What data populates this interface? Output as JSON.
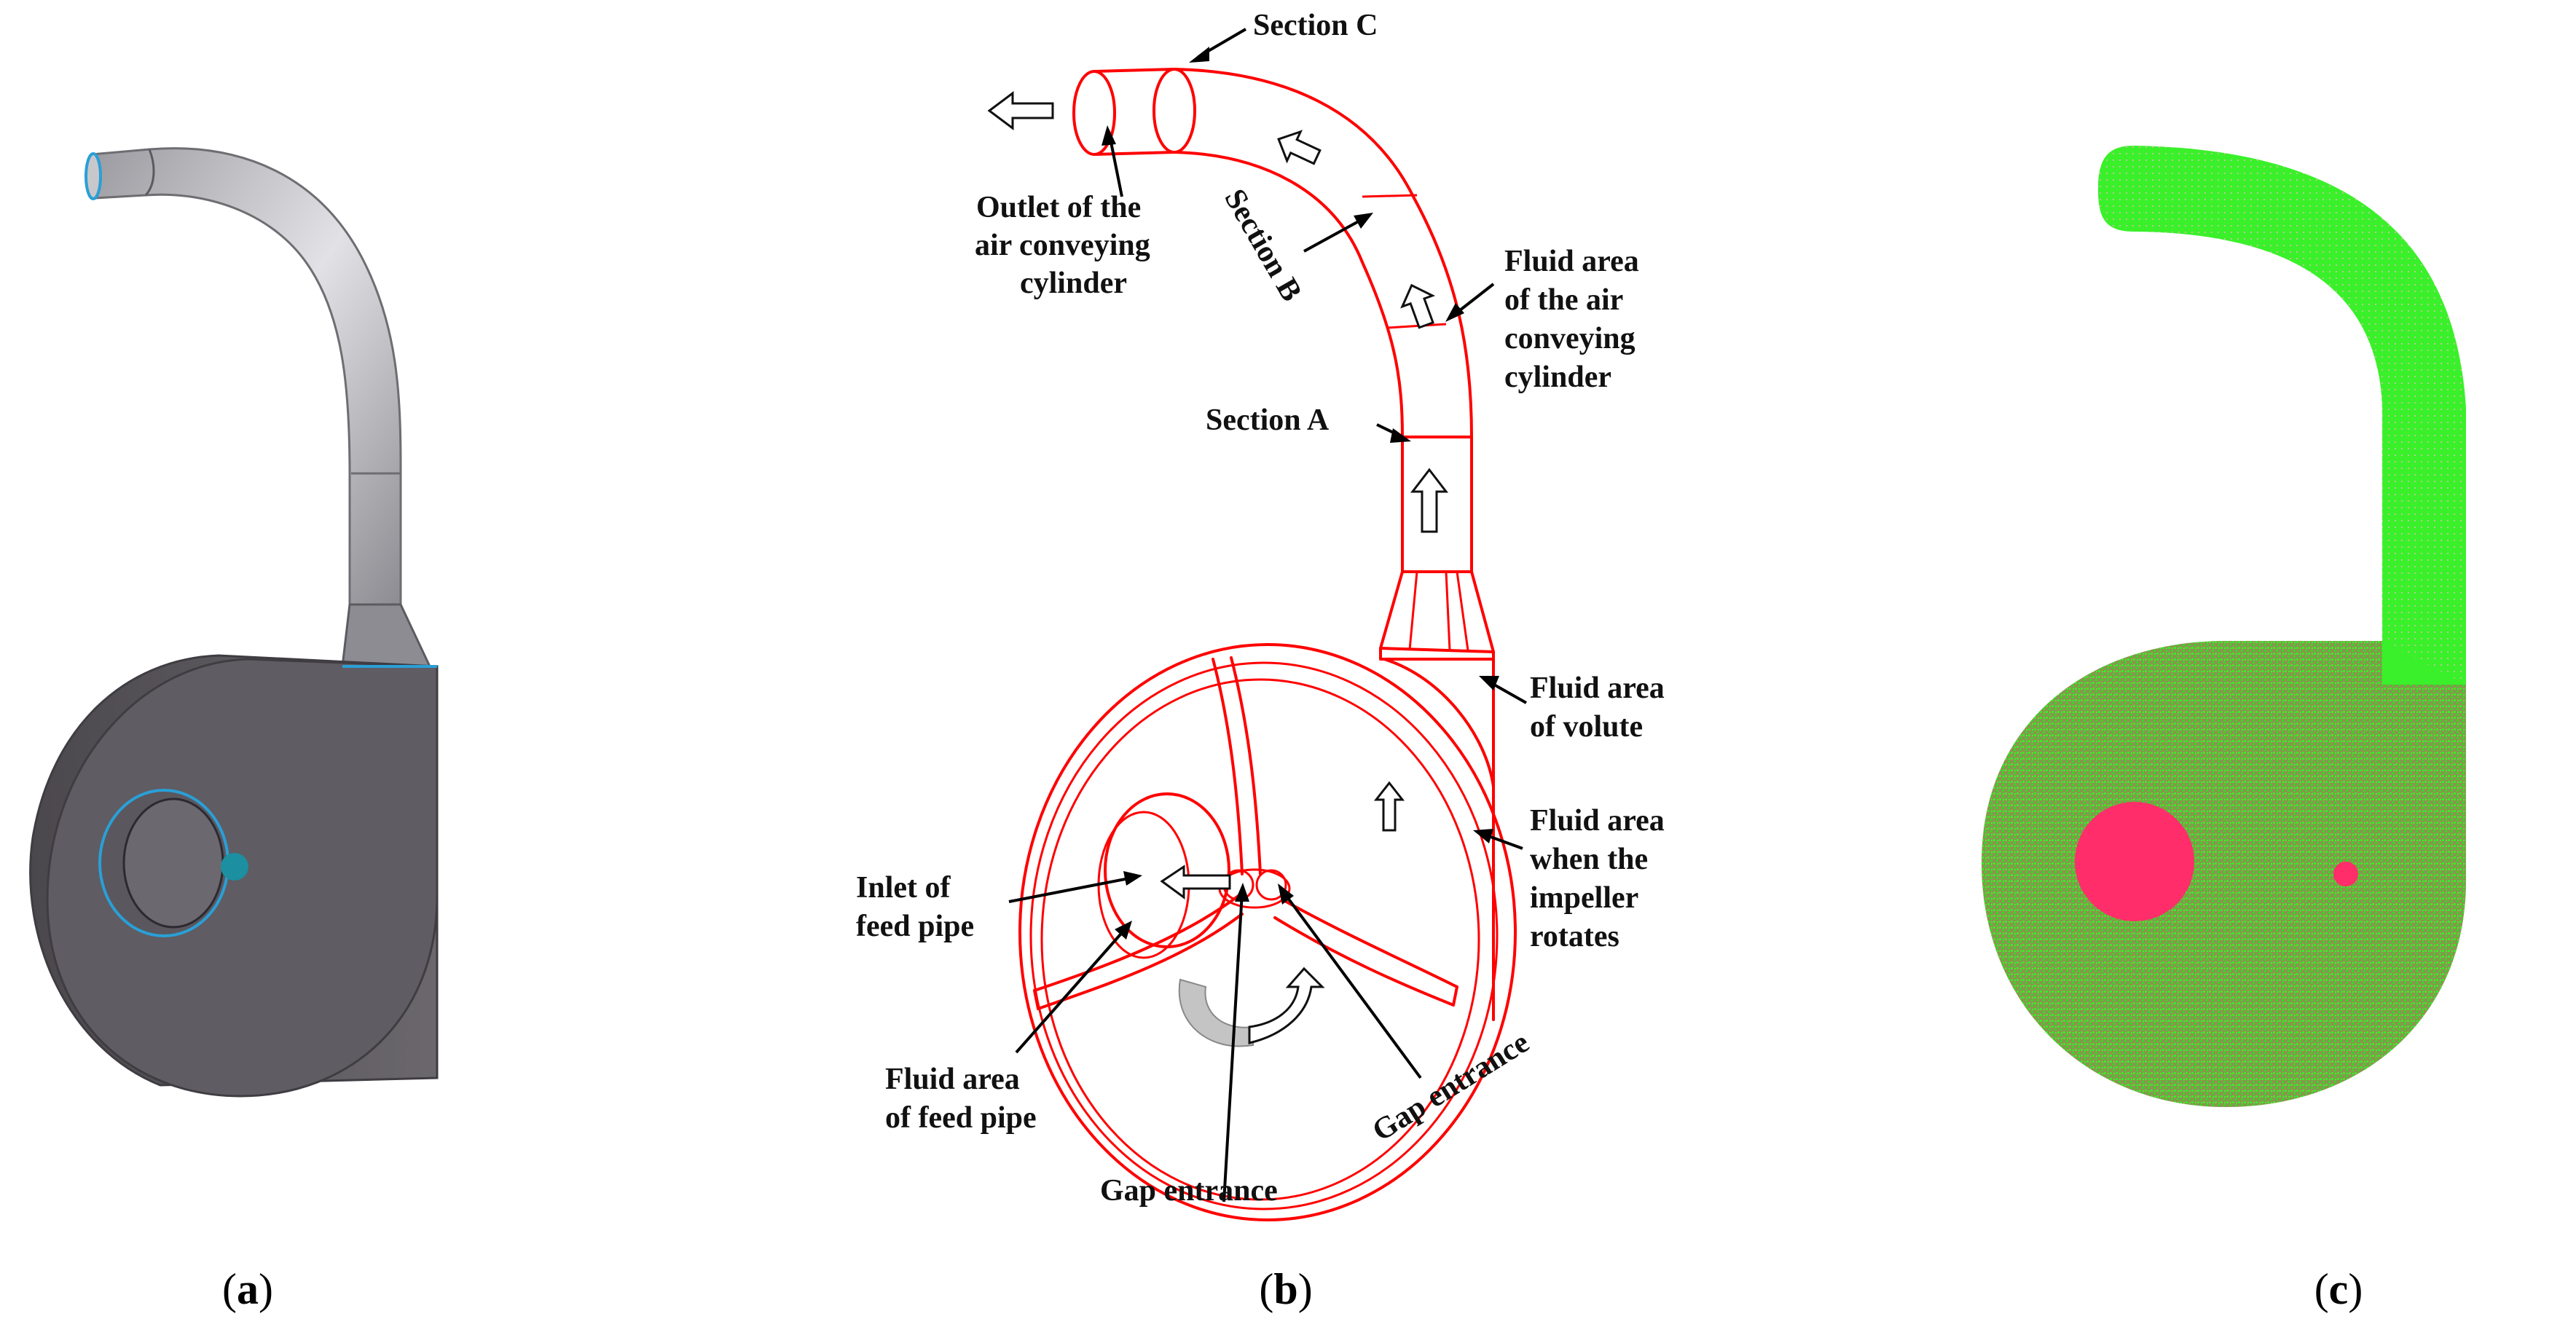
{
  "panels": {
    "a": {
      "caption_open": "(",
      "caption_letter": "a",
      "caption_close": ")"
    },
    "b": {
      "caption_open": "(",
      "caption_letter": "b",
      "caption_close": ")"
    },
    "c": {
      "caption_open": "(",
      "caption_letter": "c",
      "caption_close": ")"
    }
  },
  "labels": {
    "section_c": "Section C",
    "section_b": "Section B",
    "section_a": "Section A",
    "outlet": [
      "Outlet of the",
      "air conveying",
      "cylinder"
    ],
    "fluid_air": [
      "Fluid area",
      "of the air",
      "conveying",
      "cylinder"
    ],
    "fluid_volute": [
      "Fluid area",
      "of volute"
    ],
    "fluid_impeller": [
      "Fluid area",
      "when the",
      "impeller",
      "rotates"
    ],
    "inlet_feed": [
      "Inlet of",
      "feed pipe"
    ],
    "fluid_feed": [
      "Fluid area",
      "of feed pipe"
    ],
    "gap_bottom": "Gap entrance",
    "gap_right": "Gap entrance"
  },
  "colors": {
    "model_gray": "#5f5c63",
    "pipe_gray": "#a9a9ae",
    "edge_blue": "#2a9fd6",
    "hole_teal": "#1c8fa0",
    "wire_red": "#ff0000",
    "mesh_green": "#3af02a",
    "mesh_olive": "#8c9450",
    "mesh_pink": "#ff2d6a"
  }
}
